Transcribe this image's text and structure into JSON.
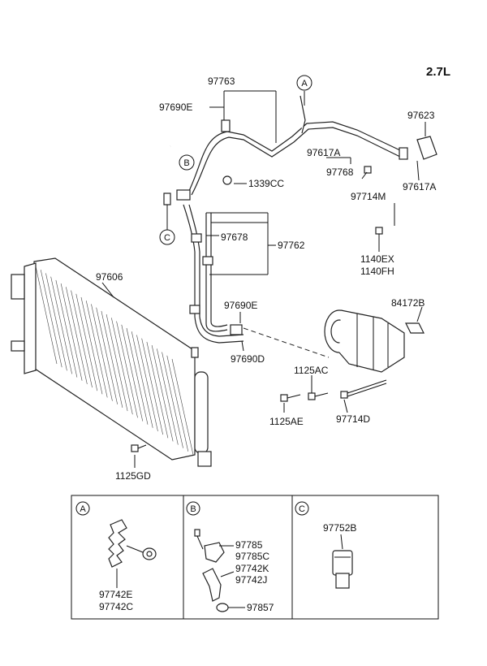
{
  "engine": "2.7L",
  "labels": {
    "p97763": "97763",
    "p97690E_top": "97690E",
    "p97623": "97623",
    "p97617A_a": "97617A",
    "p97768": "97768",
    "p97714M": "97714M",
    "p97617A_b": "97617A",
    "p1339CC": "1339CC",
    "p97678": "97678",
    "p97762": "97762",
    "p1140EX": "1140EX",
    "p1140FH": "1140FH",
    "p97606": "97606",
    "p84172B": "84172B",
    "p97690E_mid": "97690E",
    "p97690D": "97690D",
    "p1125AC": "1125AC",
    "p1125AE": "1125AE",
    "p97714D": "97714D",
    "p1125GD": "1125GD"
  },
  "callouts": {
    "a": "A",
    "b": "B",
    "c": "C"
  },
  "details": {
    "a": {
      "letter": "A",
      "part1": "97742E",
      "part2": "97742C"
    },
    "b": {
      "letter": "B",
      "part1": "97785",
      "part2": "97785C",
      "part3": "97742K",
      "part4": "97742J",
      "part5": "97857"
    },
    "c": {
      "letter": "C",
      "part1": "97752B"
    }
  }
}
